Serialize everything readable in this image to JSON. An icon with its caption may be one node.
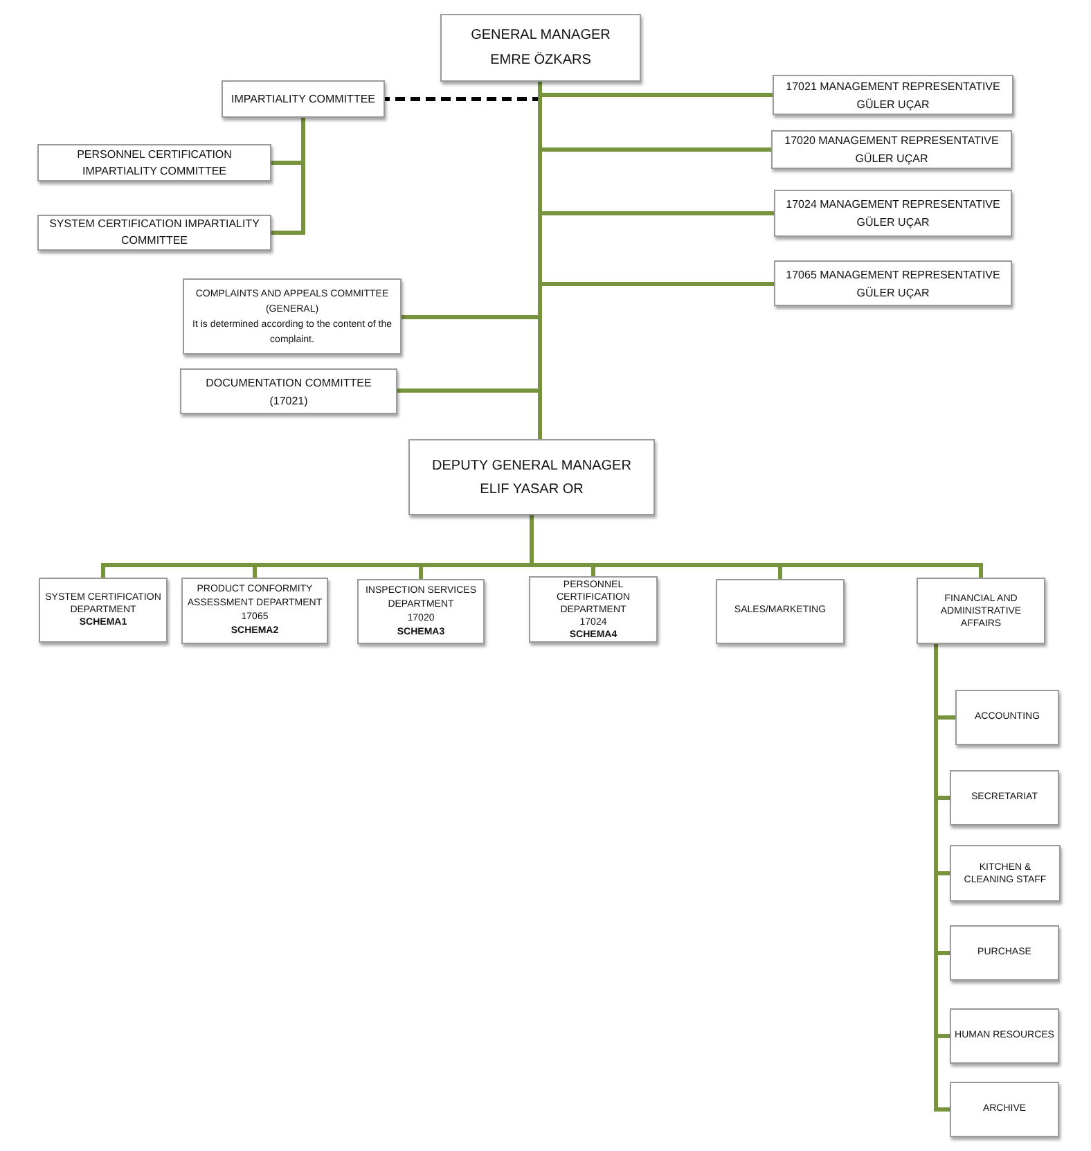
{
  "diagram": {
    "nodes": [
      {
        "text": [
          "GENERAL MANAGER",
          "EMRE ÖZKARS"
        ]
      },
      {
        "text": [
          "IMPARTIALITY COMMITTEE"
        ]
      },
      {
        "text": [
          "PERSONNEL CERTIFICATION IMPARTIALITY COMMITTEE"
        ]
      },
      {
        "text": [
          "SYSTEM CERTIFICATION IMPARTIALITY COMMITTEE"
        ]
      },
      {
        "text": [
          "17021 MANAGEMENT REPRESENTATIVE",
          "GÜLER UÇAR"
        ]
      },
      {
        "text": [
          "17020 MANAGEMENT REPRESENTATIVE",
          "GÜLER UÇAR"
        ]
      },
      {
        "text": [
          "17024 MANAGEMENT REPRESENTATIVE",
          "GÜLER UÇAR"
        ]
      },
      {
        "text": [
          "17065 MANAGEMENT REPRESENTATIVE",
          "GÜLER UÇAR"
        ]
      },
      {
        "text": [
          "COMPLAINTS AND APPEALS COMMITTEE",
          "(GENERAL)",
          "It is determined according to the content of the complaint."
        ]
      },
      {
        "text": [
          "DOCUMENTATION COMMITTEE",
          "(17021)"
        ]
      },
      {
        "text": [
          "DEPUTY GENERAL MANAGER",
          "ELIF YASAR OR"
        ]
      },
      {
        "text": [
          "SYSTEM CERTIFICATION DEPARTMENT",
          "SCHEMA1"
        ]
      },
      {
        "text": [
          "PRODUCT CONFORMITY ASSESSMENT DEPARTMENT",
          "17065",
          "SCHEMA2"
        ]
      },
      {
        "text": [
          "INSPECTION SERVICES DEPARTMENT",
          "17020",
          "SCHEMA3"
        ]
      },
      {
        "text": [
          "PERSONNEL CERTIFICATION DEPARTMENT",
          "17024",
          "SCHEMA4"
        ]
      },
      {
        "text": [
          "SALES/MARKETING"
        ]
      },
      {
        "text": [
          "FINANCIAL AND ADMINISTRATIVE AFFAIRS"
        ]
      },
      {
        "text": [
          "ACCOUNTING"
        ]
      },
      {
        "text": [
          "SECRETARIAT"
        ]
      },
      {
        "text": [
          "KITCHEN & CLEANING STAFF"
        ]
      },
      {
        "text": [
          "PURCHASE"
        ]
      },
      {
        "text": [
          "HUMAN RESOURCES"
        ]
      },
      {
        "text": [
          "ARCHIVE"
        ]
      }
    ],
    "edges": [
      {
        "from": 0,
        "to": 1,
        "arrow": "none",
        "style": "dashed",
        "color": "#000000"
      },
      {
        "from": 0,
        "to": 4,
        "arrow": "none"
      },
      {
        "from": 0,
        "to": 5,
        "arrow": "none"
      },
      {
        "from": 0,
        "to": 6,
        "arrow": "none"
      },
      {
        "from": 0,
        "to": 7,
        "arrow": "none"
      },
      {
        "from": 0,
        "to": 8,
        "arrow": "none"
      },
      {
        "from": 0,
        "to": 9,
        "arrow": "none"
      },
      {
        "from": 0,
        "to": 10,
        "arrow": "none"
      },
      {
        "from": 1,
        "to": 2,
        "arrow": "none"
      },
      {
        "from": 1,
        "to": 3,
        "arrow": "none"
      },
      {
        "from": 10,
        "to": 11,
        "arrow": "none"
      },
      {
        "from": 10,
        "to": 12,
        "arrow": "none"
      },
      {
        "from": 10,
        "to": 13,
        "arrow": "none"
      },
      {
        "from": 10,
        "to": 14,
        "arrow": "none"
      },
      {
        "from": 10,
        "to": 15,
        "arrow": "none"
      },
      {
        "from": 10,
        "to": 16,
        "arrow": "none"
      },
      {
        "from": 16,
        "to": 17,
        "arrow": "none"
      },
      {
        "from": 16,
        "to": 18,
        "arrow": "none"
      },
      {
        "from": 16,
        "to": 19,
        "arrow": "none"
      },
      {
        "from": 16,
        "to": 20,
        "arrow": "none"
      },
      {
        "from": 16,
        "to": 21,
        "arrow": "none"
      },
      {
        "from": 16,
        "to": 22,
        "arrow": "none"
      }
    ]
  }
}
